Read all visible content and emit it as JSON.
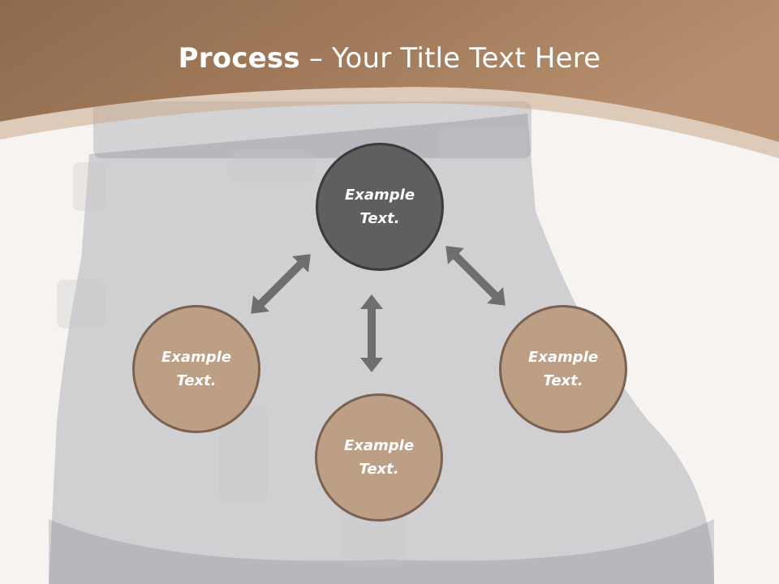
{
  "title": {
    "bold": "Process",
    "dash": " – ",
    "rest": "Your Title Text Here"
  },
  "nodes": {
    "center": {
      "line1": "Example",
      "line2": "Text."
    },
    "left": {
      "line1": "Example",
      "line2": "Text."
    },
    "bottom": {
      "line1": "Example",
      "line2": "Text."
    },
    "right": {
      "line1": "Example",
      "line2": "Text."
    }
  },
  "colors": {
    "header_brown": "#9c7352",
    "center_fill": "#5f5f5f",
    "node_fill": "#bd9f86",
    "arrow_gray": "#6e6e6e"
  }
}
